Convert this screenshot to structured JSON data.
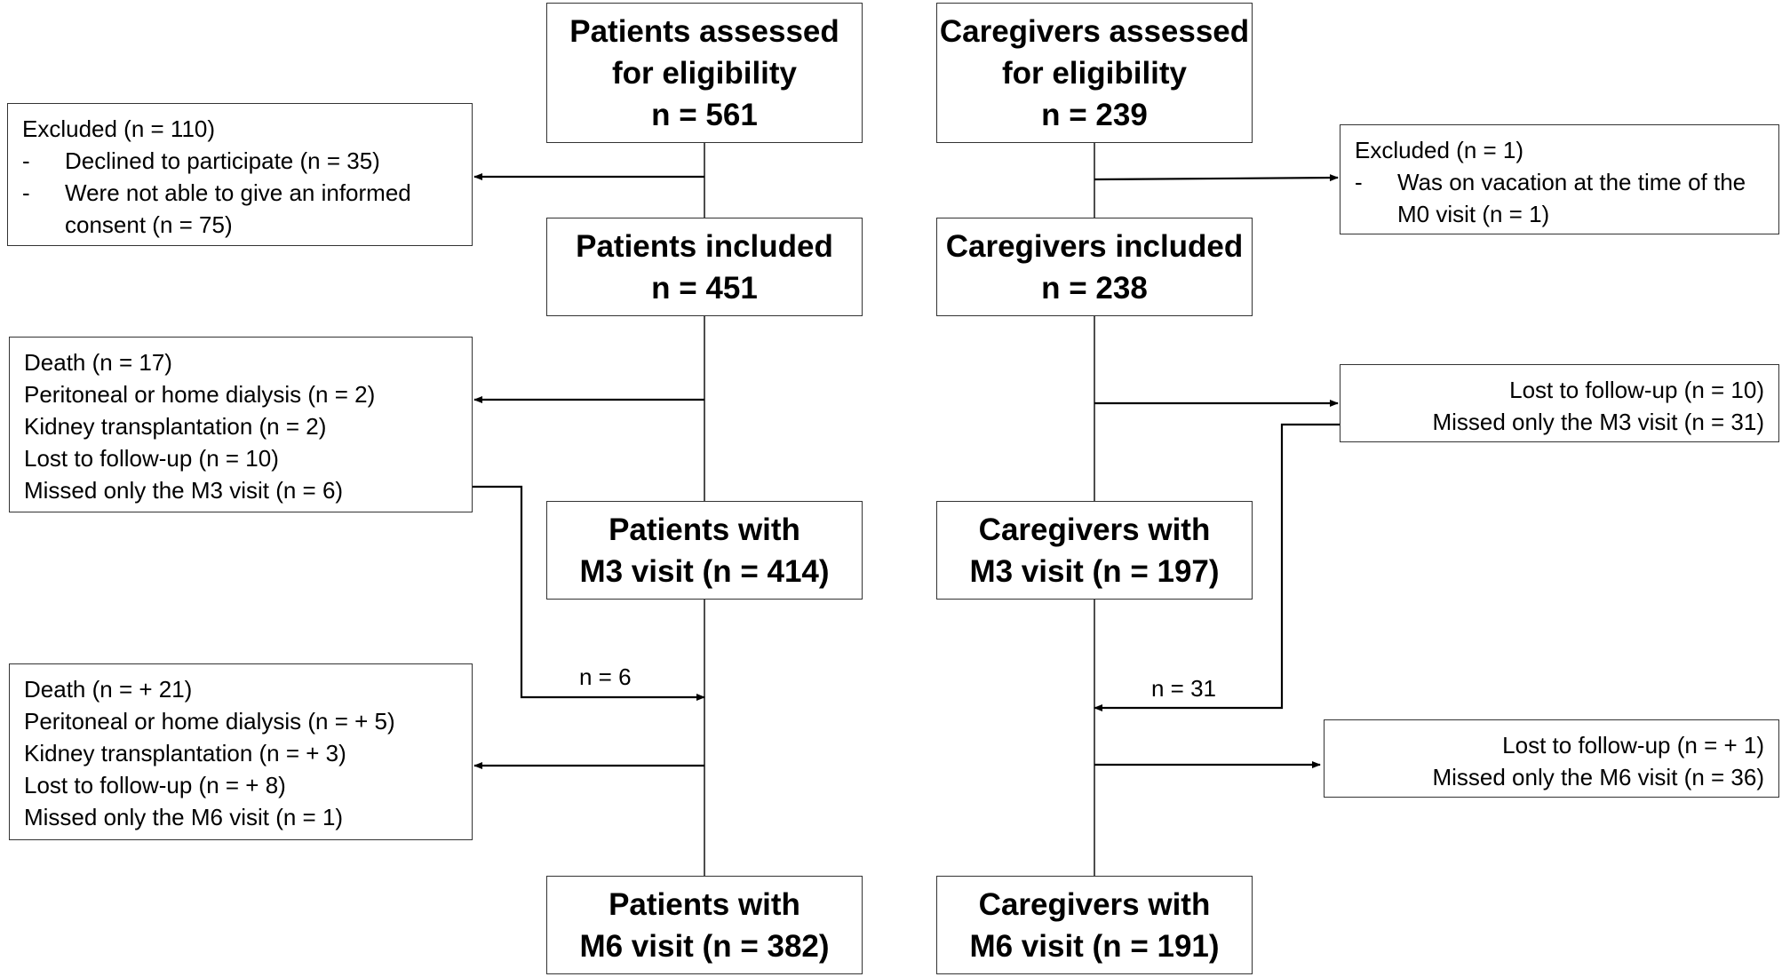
{
  "patients": {
    "assessed": {
      "line1": "Patients assessed",
      "line2": "for eligibility",
      "line3": "n = 561"
    },
    "excluded": {
      "title": "Excluded (n = 110)",
      "items": [
        "Declined to participate (n = 35)",
        "Were not able to give an informed consent (n = 75)"
      ]
    },
    "included": {
      "line1": "Patients included",
      "line2": "n = 451"
    },
    "m3_losses": [
      "Death (n = 17)",
      "Peritoneal or home dialysis (n = 2)",
      "Kidney transplantation (n = 2)",
      "Lost to follow-up (n = 10)",
      "Missed only the M3 visit (n = 6)"
    ],
    "m3": {
      "line1": "Patients with",
      "line2": "M3 visit (n = 414)"
    },
    "return_label": "n = 6",
    "m6_losses": [
      "Death (n = + 21)",
      "Peritoneal or home dialysis (n = + 5)",
      "Kidney transplantation (n = + 3)",
      "Lost to follow-up (n = + 8)",
      "Missed only the M6 visit (n = 1)"
    ],
    "m6": {
      "line1": "Patients with",
      "line2": "M6 visit (n = 382)"
    }
  },
  "caregivers": {
    "assessed": {
      "line1": "Caregivers assessed",
      "line2": "for eligibility",
      "line3": "n = 239"
    },
    "excluded": {
      "title": "Excluded (n = 1)",
      "items": [
        "Was on vacation at the time of the M0 visit (n = 1)"
      ]
    },
    "included": {
      "line1": "Caregivers included",
      "line2": "n = 238"
    },
    "m3_losses": [
      "Lost to follow-up (n = 10)",
      "Missed only the M3 visit (n = 31)"
    ],
    "m3": {
      "line1": "Caregivers with",
      "line2": "M3 visit (n = 197)"
    },
    "return_label": "n = 31",
    "m6_losses": [
      "Lost to follow-up (n = + 1)",
      "Missed only the M6 visit (n = 36)"
    ],
    "m6": {
      "line1": "Caregivers with",
      "line2": "M6 visit (n = 191)"
    }
  }
}
